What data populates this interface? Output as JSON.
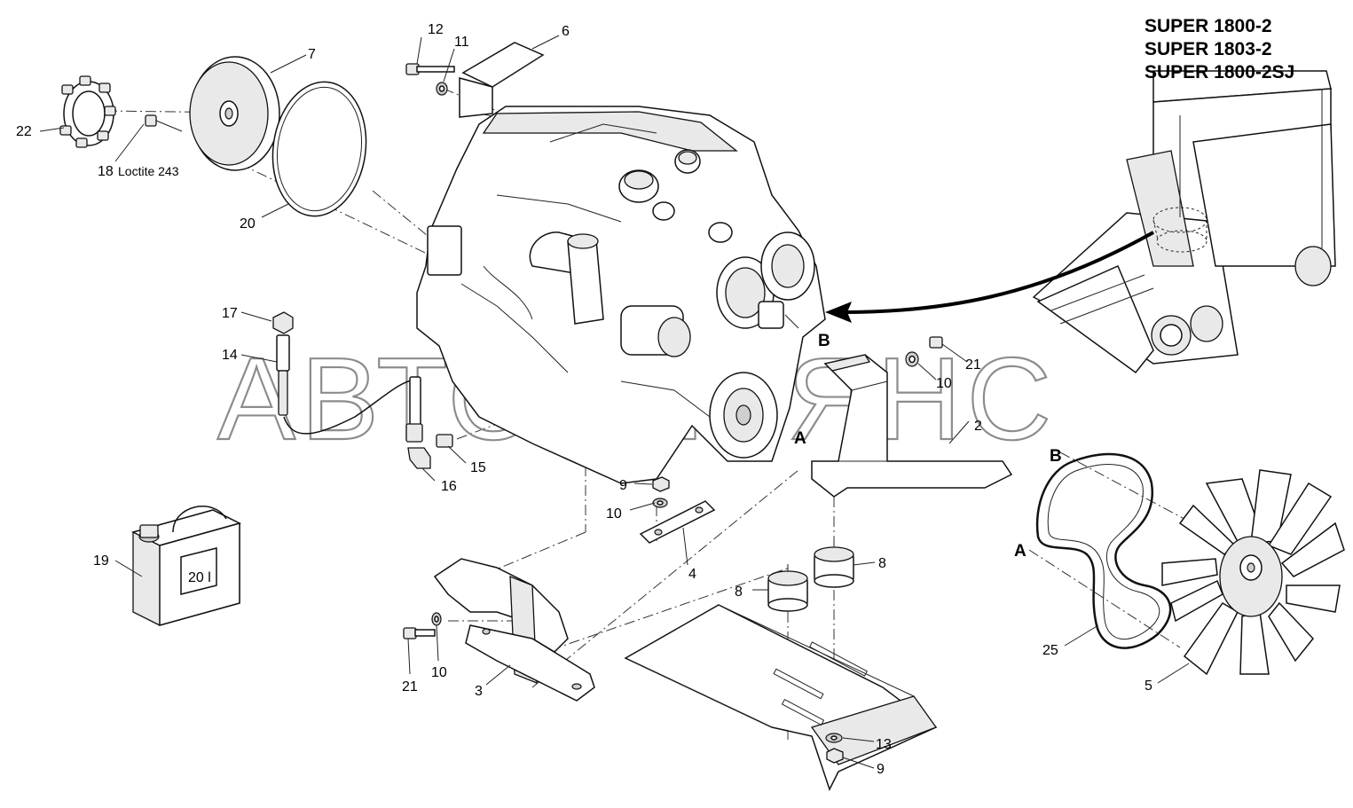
{
  "models": [
    "SUPER 1800-2",
    "SUPER 1803-2",
    "SUPER 1800-2SJ"
  ],
  "watermark": "АВТОАЛЬЯНС",
  "callouts": {
    "c12": "12",
    "c11": "11",
    "c6": "6",
    "c7": "7",
    "c22": "22",
    "c18": "18",
    "c18_note": "Loctite 243",
    "c20": "20",
    "c17": "17",
    "c14": "14",
    "c15": "15",
    "c16": "16",
    "c21a": "21",
    "c10a": "10",
    "c2": "2",
    "c9a": "9",
    "c10b": "10",
    "c4": "4",
    "c19": "19",
    "c8a": "8",
    "c8b": "8",
    "c21b": "21",
    "c10c": "10",
    "c3": "3",
    "c13": "13",
    "c9b": "9",
    "c25": "25",
    "c5": "5"
  },
  "markers": {
    "a_engine": "A",
    "b_engine": "B",
    "a_belt": "A",
    "b_belt": "B"
  },
  "canister_label": "20 l"
}
